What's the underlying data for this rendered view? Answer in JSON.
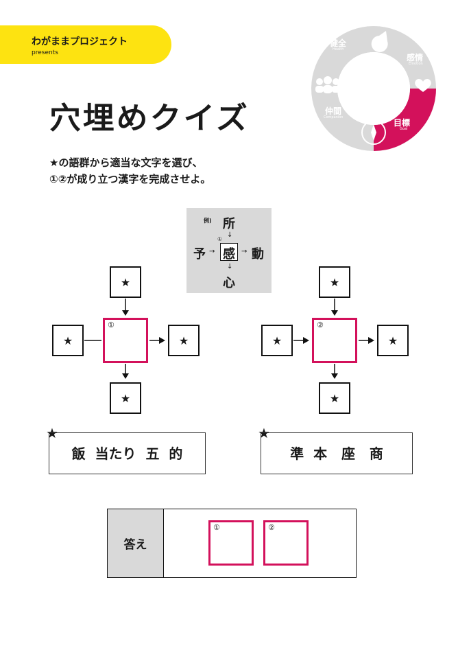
{
  "header": {
    "brand": "わがままプロジェクト",
    "presents": "presents"
  },
  "wheel": {
    "segments": [
      {
        "label": "健全",
        "sub": "Health",
        "icon": "pacman-icon"
      },
      {
        "label": "感情",
        "sub": "Emotion",
        "icon": "heart-icon"
      },
      {
        "label": "仲間",
        "sub": "Companion",
        "icon": "people-icon"
      },
      {
        "label": "目標",
        "sub": "Goal",
        "icon": "compass-icon",
        "active": true
      }
    ],
    "colors": {
      "base": "#d9d9d9",
      "active": "#d3115b"
    }
  },
  "title": "穴埋めクイズ",
  "instructions": [
    "★の語群から適当な文字を選び、",
    "①②が成り立つ漢字を完成させよ。"
  ],
  "example": {
    "label": "例)",
    "top": "所",
    "left": "予",
    "center": "感",
    "right": "動",
    "bottom": "心",
    "num": "①"
  },
  "puzzle1": {
    "num": "①",
    "star": "★"
  },
  "puzzle2": {
    "num": "②",
    "star": "★"
  },
  "wordbank1": {
    "star": "★",
    "words": "飯  当たり  五  的"
  },
  "wordbank2": {
    "star": "★",
    "words": "準  本   座   商"
  },
  "answer": {
    "label": "答え",
    "num1": "①",
    "num2": "②"
  },
  "colors": {
    "accent": "#d3115b",
    "banner": "#fde311",
    "gray": "#d9d9d9"
  }
}
